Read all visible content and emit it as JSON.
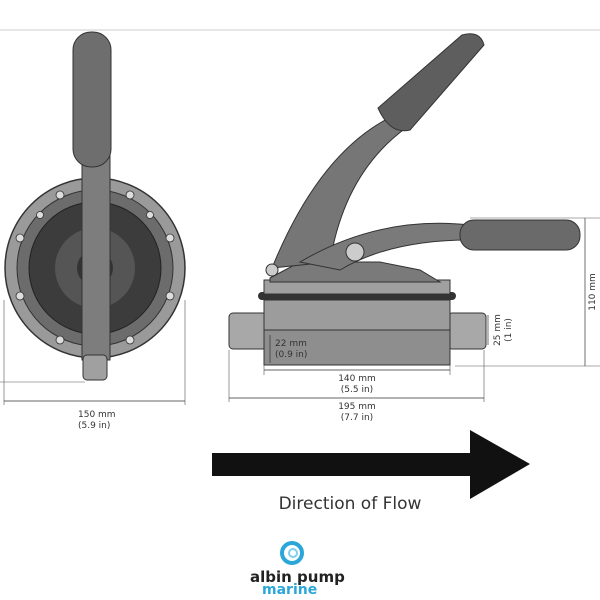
{
  "dimensions": {
    "front_width": {
      "mm": "150 mm",
      "in": "(5.9 in)"
    },
    "base_length": {
      "mm": "140 mm",
      "in": "(5.5 in)"
    },
    "total_length": {
      "mm": "195 mm",
      "in": "(7.7 in)"
    },
    "base_height": {
      "mm": "22 mm",
      "in": "(0.9 in)"
    },
    "port_diameter": {
      "mm": "25 mm",
      "in": "(1 in)"
    },
    "total_height": {
      "mm": "110 mm"
    }
  },
  "flow_label": "Direction of Flow",
  "logo": {
    "line1": "albin pump",
    "line2": "marine"
  },
  "colors": {
    "body": "#7a7a7a",
    "dark": "#3a3a3a",
    "light": "#b5b5b5",
    "arrow": "#111111",
    "logo_blue": "#2aa6d8"
  }
}
